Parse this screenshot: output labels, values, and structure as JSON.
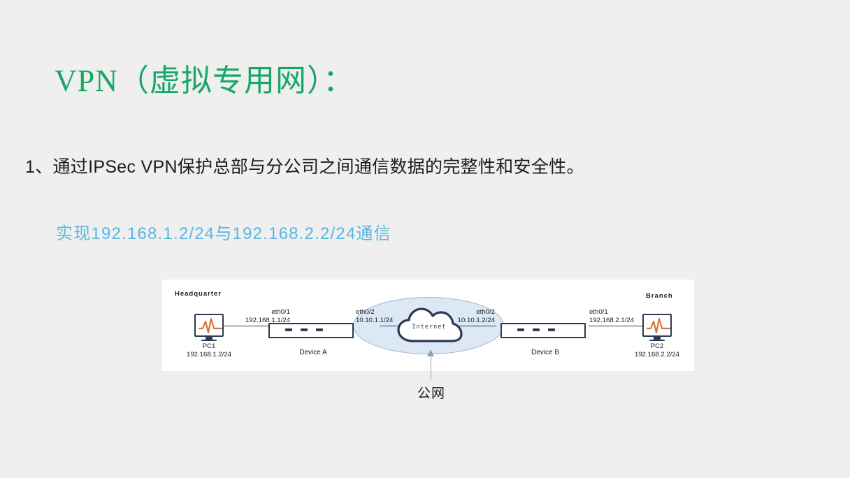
{
  "slide": {
    "title": "VPN（虚拟专用网）：",
    "title_color": "#17a866",
    "background_color": "#efefef",
    "bullet": "1、通过IPSec VPN保护总部与分公司之间通信数据的完整性和安全性。",
    "sub_line": "实现192.168.1.2/24与192.168.2.2/24通信",
    "sub_line_color": "#5ab7e0"
  },
  "diagram": {
    "zones": {
      "left": "Headquarter",
      "right": "Branch"
    },
    "pc1": {
      "name": "PC1",
      "ip": "192.168.1.2/24"
    },
    "pc2": {
      "name": "PC2",
      "ip": "192.168.2.2/24"
    },
    "device_a": {
      "name": "Device A",
      "lan_if": "eth0/1",
      "lan_ip": "192.168.1.1/24",
      "wan_if": "eth0/2",
      "wan_ip": "10.10.1.1/24"
    },
    "device_b": {
      "name": "Device B",
      "lan_if": "eth0/1",
      "lan_ip": "192.168.2.1/24",
      "wan_if": "eth0/2",
      "wan_ip": "10.10.1.2/24"
    },
    "cloud": {
      "label": "Internet",
      "ellipse_fill": "#dce8f5",
      "stroke": "#2b3a52"
    },
    "annotation": {
      "public_network": "公网",
      "arrow_color": "#8fa3b8"
    },
    "panel_background": "#ffffff",
    "line_color": "#2b3a52",
    "pc_accent_color": "#d4763a"
  }
}
